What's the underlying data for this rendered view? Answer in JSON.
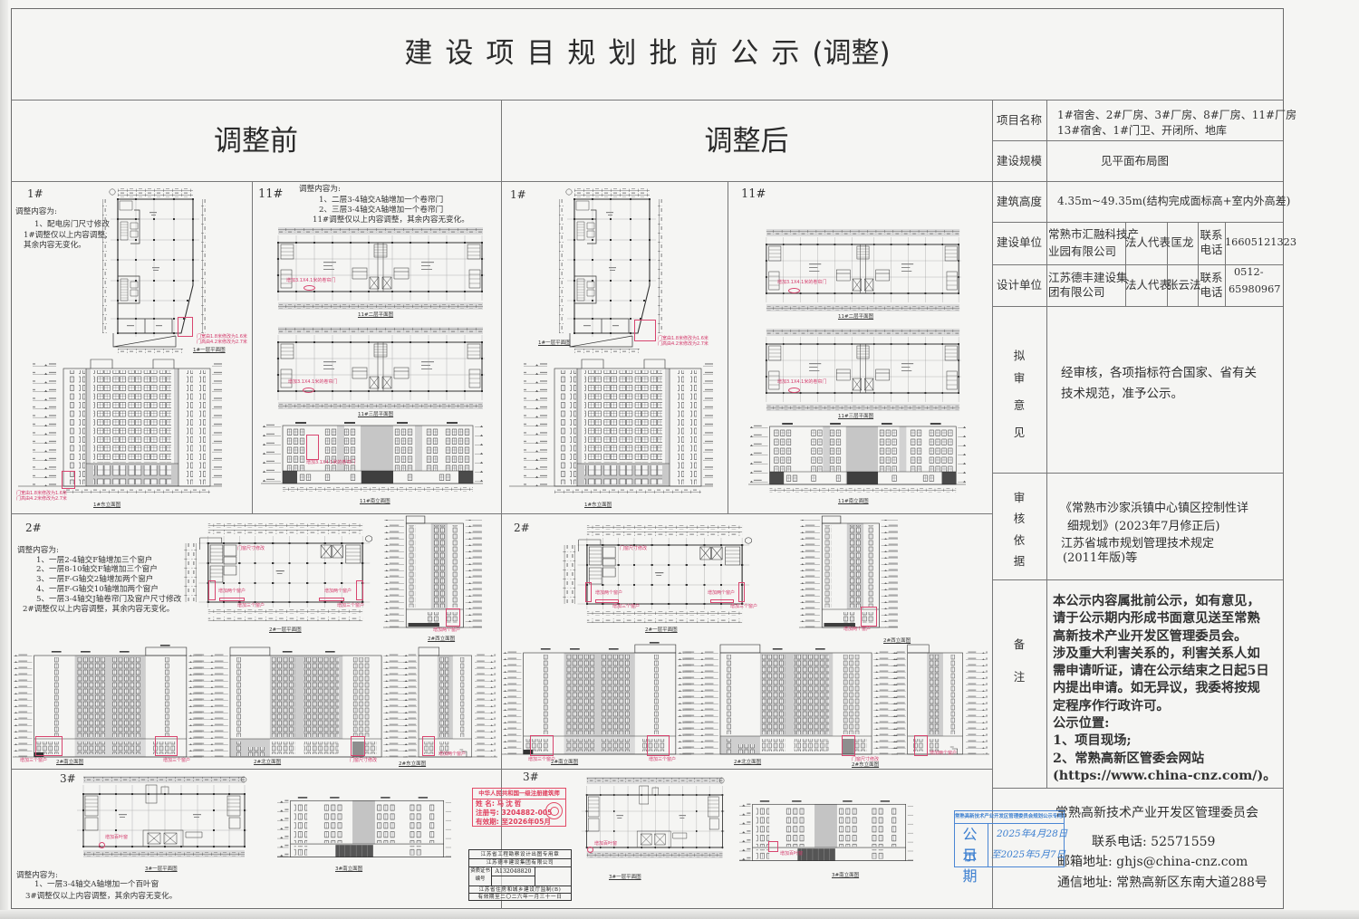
{
  "document": {
    "title_main": "建设项目规划批前公示",
    "title_suffix": "(调整)"
  },
  "before": {
    "heading": "调整前",
    "b1": {
      "label": "1#",
      "notes_title": "调整内容为:",
      "notes": [
        "1、配电房门尺寸修改"
      ],
      "summary": [
        "1#调整仅以上内容调整,",
        "其余内容无变化。"
      ],
      "captions": {
        "plan": "1#一层平面图",
        "elevation": "1#东立面图"
      },
      "red_notes": {
        "door_width": "门宽由1.8米修改为1.6米",
        "door_height": "门高由4.2米修改为2.7米"
      }
    },
    "b11": {
      "label": "11#",
      "notes_title": "调整内容为:",
      "notes": [
        "1、二层3-4轴交A轴增加一个卷帘门",
        "2、三层3-4轴交A轴增加一个卷帘门"
      ],
      "summary": [
        "11#调整仅以上内容调整，其余内容无变化。"
      ],
      "captions": {
        "plan_2f": "11#二层平面图",
        "plan_3f": "11#三层平面图",
        "elevation": "11#南立面图"
      },
      "red_notes": {
        "rolling_door": "增加3.1X4.1米的卷帘门"
      }
    },
    "b2": {
      "label": "2#",
      "notes_title": "调整内容为:",
      "notes": [
        "1、一层2-4轴交F轴增加三个窗户",
        "2、一层8-10轴交F轴增加三个窗户",
        "3、一层F-G轴交2轴增加两个窗户",
        "4、一层F-G轴交10轴增加两个窗户",
        "5、一层3-4轴交J轴卷帘门及窗户尺寸修改"
      ],
      "summary": [
        "2#调整仅以上内容调整，其余内容无变化。"
      ],
      "captions": {
        "plan": "2#一层平面图",
        "west": "2#西立面图",
        "south": "2#南立面图",
        "north": "2#北立面图",
        "east": "2#东立面图"
      },
      "red_notes": {
        "add_three": "增加三个窗户",
        "add_two": "增加两个窗户",
        "resize": "门窗尺寸修改"
      }
    },
    "b3": {
      "label": "3#",
      "notes_title": "调整内容为:",
      "notes": [
        "1、一层3-4轴交A轴增加一个百叶窗"
      ],
      "summary": [
        "3#调整仅以上内容调整，其余内容无变化。"
      ],
      "captions": {
        "plan": "3#一层平面图",
        "elevation": "3#南立面图"
      },
      "red_notes": {
        "louver": "增加百叶窗"
      }
    }
  },
  "after": {
    "heading": "调整后",
    "b1": {
      "label": "1#",
      "captions": {
        "plan": "1#一层平面图",
        "elevation": "1#东立面图"
      },
      "red_notes": {
        "door_width": "门宽由1.8米修改为1.6米",
        "door_height": "门高由4.2米修改为2.7米"
      }
    },
    "b11": {
      "label": "11#",
      "captions": {
        "plan_2f": "11#二层平面图",
        "plan_3f": "11#三层平面图",
        "elevation": "11#南立面图"
      },
      "red_notes": {
        "rolling_door": "增加3.1X4.1米的卷帘门"
      }
    },
    "b2": {
      "label": "2#",
      "captions": {
        "plan": "2#一层平面图",
        "west": "2#西立面图",
        "south": "2#南立面图",
        "north": "2#北立面图",
        "east": "2#东立面图"
      },
      "red_notes": {
        "add_three": "增加三个窗户",
        "add_two": "增加两个窗户",
        "resize": "门窗尺寸修改"
      }
    },
    "b3": {
      "label": "3#",
      "captions": {
        "plan": "3#一层平面图",
        "elevation": "3#南立面图"
      },
      "red_notes": {
        "louver": "增加百叶窗"
      }
    }
  },
  "info": {
    "project_name": {
      "label": "项目名称",
      "lines": [
        "1#宿舍、2#厂房、3#厂房、8#厂房、11#厂房",
        "13#宿舍、1#门卫、开闭所、地库"
      ]
    },
    "scale": {
      "label": "建设规模",
      "value": "见平面布局图"
    },
    "height": {
      "label": "建筑高度",
      "value": "4.35m~49.35m(结构完成面标高+室内外高差)"
    },
    "builder": {
      "label": "建设单位",
      "company": [
        "常熟市汇融科技产",
        "业园有限公司"
      ],
      "rep_label": "法人代表",
      "rep": "匡龙",
      "phone_label": [
        "联系",
        "电话"
      ],
      "phone": [
        "16605121323"
      ]
    },
    "designer": {
      "label": "设计单位",
      "company": [
        "江苏德丰建设集",
        "团有限公司"
      ],
      "rep_label": "法人代表",
      "rep": "张云法",
      "phone_label": [
        "联系",
        "电话"
      ],
      "phone": [
        "0512-",
        "65980967"
      ]
    },
    "opinion": {
      "label": [
        "拟",
        "审",
        "意",
        "见"
      ],
      "lines": [
        "经审核，各项指标符合国家、省有关",
        "技术规范，准予公示。"
      ]
    },
    "basis": {
      "label": [
        "审",
        "核",
        "依",
        "据"
      ],
      "lines": [
        "《常熟市沙家浜镇中心镇区控制性详",
        "细规划》(2023年7月修正后)",
        "江苏省城市规划管理技术规定",
        "(2011年版)等"
      ]
    },
    "remarks": {
      "label": [
        "备",
        "注"
      ],
      "lines": [
        "本公示内容属批前公示，如有意见，",
        "请于公示期内形成书面意见送至常熟",
        "高新技术产业开发区管理委员会。",
        "涉及重大利害关系的，利害关系人如",
        "需申请听证，请在公示结束之日起5日",
        "内提出申请。如无异议，我委将按规",
        "定程序作行政许可。",
        "公示位置:",
        "1、项目现场;",
        "2、常熟高新区管委会网站",
        "(https://www.china-cnz.com/)。"
      ]
    },
    "footer": {
      "org": "常熟高新技术产业开发区管理委员会",
      "phone": "联系电话: 52571559",
      "email": "邮箱地址: ghjs@china-cnz.com",
      "address": "通信地址: 常熟高新区东南大道288号"
    }
  },
  "stamps": {
    "publicity": {
      "header": "常熟高新技术产业开发区管理委员会规划公示专用章",
      "label_top": "公示",
      "label_bottom": "日期",
      "start": "2025年4月28日",
      "end": "至2025年5月7日"
    },
    "architect": {
      "header": "中华人民共和国一级注册建筑师",
      "name_label": "姓 名: ",
      "name": "马沈哲",
      "reg_label": "注册号: ",
      "reg": "3204882-005",
      "valid_label": "有效期: ",
      "valid": "至2026年05月"
    },
    "drawing_seal": {
      "header": "江苏省工程勘察设计出图专用章",
      "company": "江苏德丰建设集团有限公司",
      "cert_label": [
        "资质证书",
        "编号"
      ],
      "cert_no": "A132048820",
      "supervisor": "江苏省住房和城乡建设厅监制(B)",
      "valid": "有效期至二〇二六年一月三十一日"
    }
  },
  "colors": {
    "annotation_red": "#d3386a",
    "stamp_red": "#e03d5c",
    "stamp_blue": "#3c7fd0",
    "frame_line": "#6a6a6a"
  }
}
